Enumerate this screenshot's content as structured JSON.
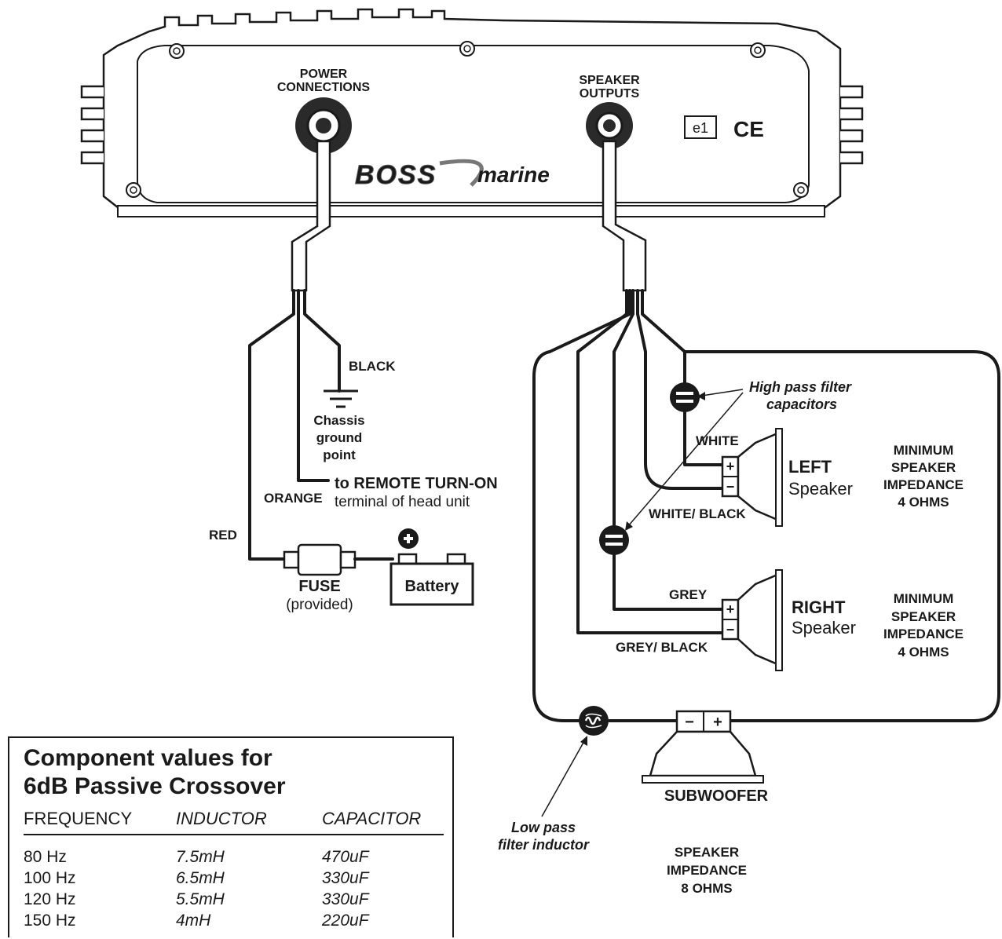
{
  "amplifier": {
    "power_label_line1": "POWER",
    "power_label_line2": "CONNECTIONS",
    "speaker_label_line1": "SPEAKER",
    "speaker_label_line2": "OUTPUTS",
    "brand_logo": "BOSS",
    "brand_sub": "marine",
    "mark_e1": "e1",
    "mark_ce": "CE"
  },
  "power_wiring": {
    "black_label": "BLACK",
    "ground_line1": "Chassis",
    "ground_line2": "ground",
    "ground_line3": "point",
    "orange_label": "ORANGE",
    "remote_line1": "to REMOTE TURN-ON",
    "remote_line2": "terminal of head unit",
    "red_label": "RED",
    "fuse_line1": "FUSE",
    "fuse_line2": "(provided)",
    "battery_label": "Battery"
  },
  "speaker_wiring": {
    "hpf_line1": "High pass filter",
    "hpf_line2": "capacitors",
    "white_label": "WHITE",
    "white_black_label": "WHITE/ BLACK",
    "grey_label": "GREY",
    "grey_black_label": "GREY/ BLACK",
    "left_line1": "LEFT",
    "left_line2": "Speaker",
    "right_line1": "RIGHT",
    "right_line2": "Speaker",
    "impedance_left": [
      "MINIMUM",
      "SPEAKER",
      "IMPEDANCE",
      "4 OHMS"
    ],
    "impedance_right": [
      "MINIMUM",
      "SPEAKER",
      "IMPEDANCE",
      "4 OHMS"
    ],
    "subwoofer_label": "SUBWOOFER",
    "lpf_line1": "Low pass",
    "lpf_line2": "filter inductor",
    "sub_impedance": [
      "SPEAKER",
      "IMPEDANCE",
      "8 OHMS"
    ]
  },
  "crossover_table": {
    "title_line1": "Component values for",
    "title_line2": "6dB Passive Crossover",
    "headers": [
      "FREQUENCY",
      "INDUCTOR",
      "CAPACITOR"
    ],
    "rows": [
      [
        "80 Hz",
        "7.5mH",
        "470uF"
      ],
      [
        "100 Hz",
        "6.5mH",
        "330uF"
      ],
      [
        "120 Hz",
        "5.5mH",
        "330uF"
      ],
      [
        "150 Hz",
        "4mH",
        "220uF"
      ]
    ]
  }
}
